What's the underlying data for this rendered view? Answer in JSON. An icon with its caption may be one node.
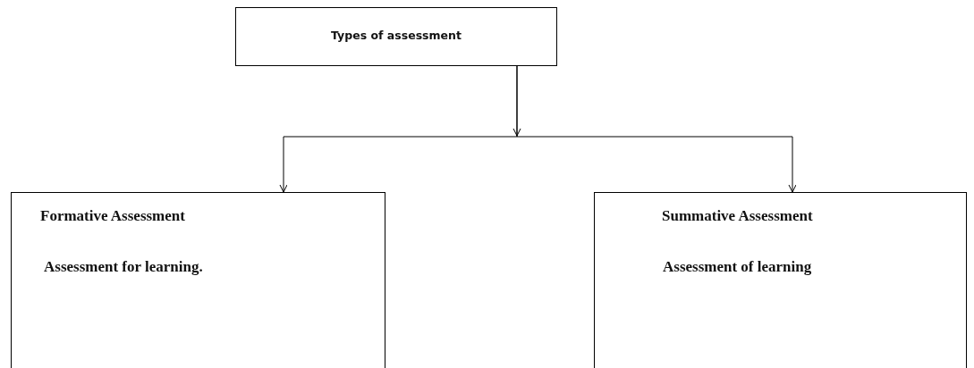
{
  "diagram": {
    "nodes": [
      {
        "text": [
          "Types of assessment"
        ]
      },
      {
        "text": [
          "Formative Assessment",
          "Assessment for learning."
        ]
      },
      {
        "text": [
          "Summative Assessment",
          "Assessment of learning"
        ]
      }
    ],
    "edges": [
      {
        "from": 0,
        "to": 1,
        "arrow": "to"
      },
      {
        "from": 0,
        "to": 2,
        "arrow": "to"
      }
    ]
  }
}
